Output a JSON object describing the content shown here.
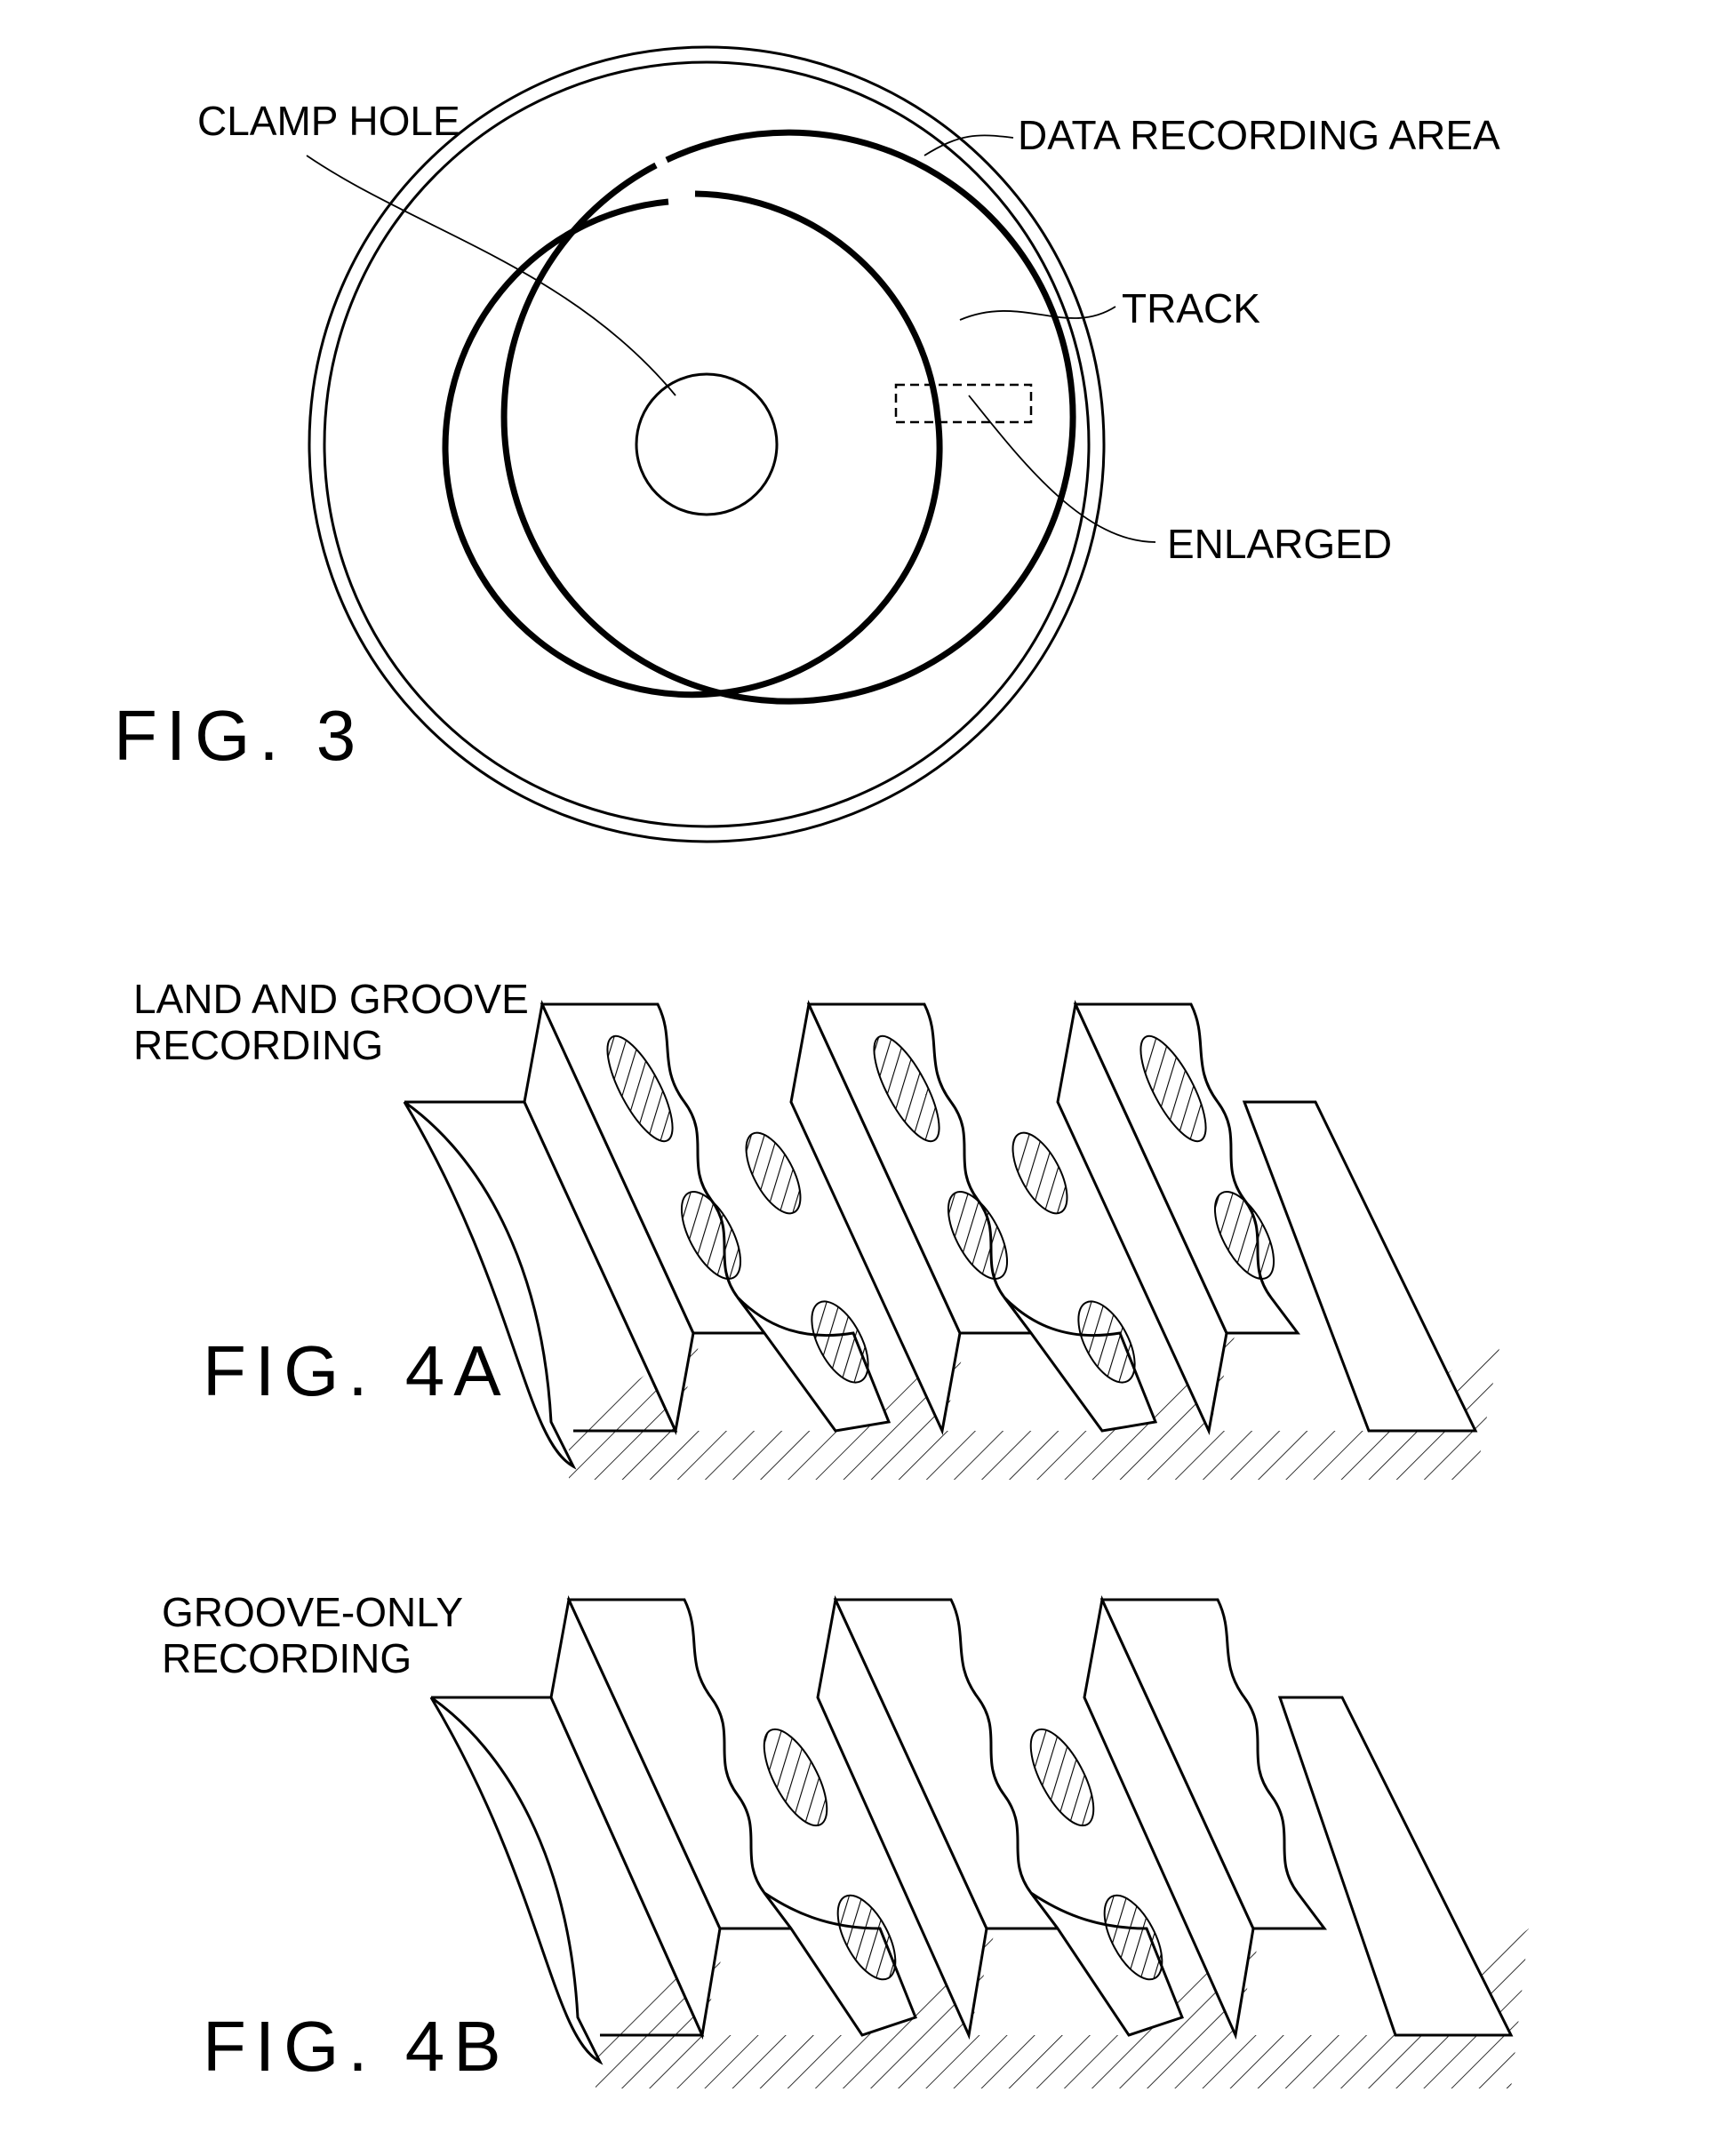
{
  "fig3": {
    "title": "FIG. 3",
    "labels": {
      "clamp_hole": "CLAMP HOLE",
      "data_recording_area": "DATA RECORDING AREA",
      "track": "TRACK",
      "enlarged": "ENLARGED"
    }
  },
  "fig4a": {
    "title": "FIG. 4A",
    "caption_line1": "LAND AND GROOVE",
    "caption_line2": "RECORDING"
  },
  "fig4b": {
    "title": "FIG. 4B",
    "caption_line1": "GROOVE-ONLY",
    "caption_line2": "RECORDING"
  }
}
